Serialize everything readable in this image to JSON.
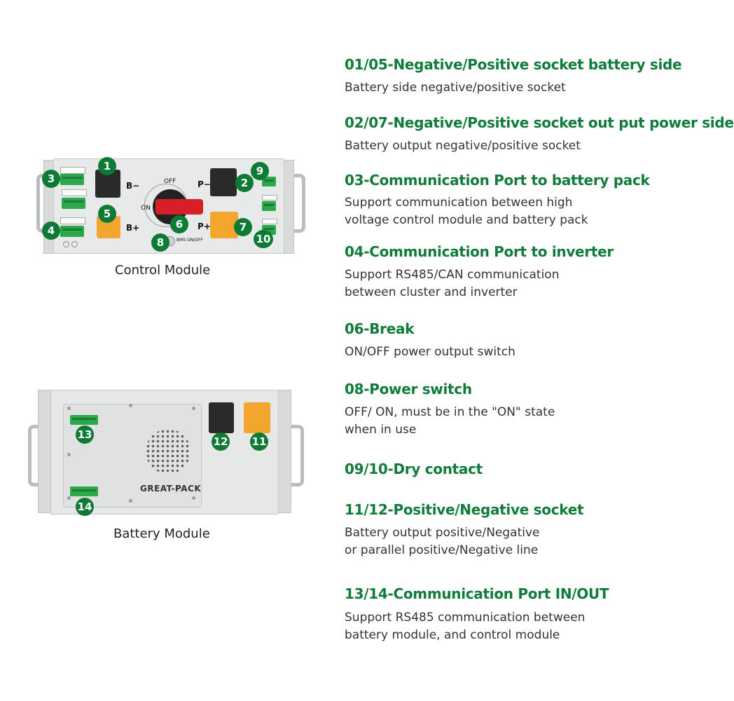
{
  "captions": {
    "control_module": "Control Module",
    "battery_module": "Battery Module"
  },
  "brand": "GREAT-PACK",
  "control_labels": {
    "off": "OFF",
    "on": "ON",
    "b_minus": "B−",
    "b_plus": "B+",
    "p_minus": "P−",
    "p_plus": "P+",
    "bms": "BMS ON/OFF"
  },
  "badges": {
    "b1": "1",
    "b2": "2",
    "b3": "3",
    "b4": "4",
    "b5": "5",
    "b6": "6",
    "b7": "7",
    "b8": "8",
    "b9": "9",
    "b10": "10",
    "b11": "11",
    "b12": "12",
    "b13": "13",
    "b14": "14"
  },
  "items": [
    {
      "heading": "01/05-Negative/Positive socket battery side",
      "desc": [
        "Battery side negative/positive socket"
      ]
    },
    {
      "heading": "02/07-Negative/Positive socket out put power side",
      "desc": [
        "Battery output negative/positive socket"
      ]
    },
    {
      "heading": "03-Communication Port to battery pack",
      "desc": [
        "Support communication between high",
        "voltage control module and battery pack"
      ]
    },
    {
      "heading": "04-Communication Port to inverter",
      "desc": [
        "Support RS485/CAN communication",
        "between cluster and inverter"
      ]
    },
    {
      "heading": "06-Break",
      "desc": [
        "ON/OFF power output switch"
      ]
    },
    {
      "heading": "08-Power switch",
      "desc": [
        "OFF/ ON, must be in the \"ON\" state",
        "when in use"
      ]
    },
    {
      "heading": "09/10-Dry contact",
      "desc": []
    },
    {
      "heading": "11/12-Positive/Negative socket",
      "desc": [
        "Battery output positive/Negative",
        "or parallel positive/Negative line"
      ]
    },
    {
      "heading": "13/14-Communication Port IN/OUT",
      "desc": [
        "Support RS485 communication between",
        "battery module, and control module"
      ]
    }
  ],
  "colors": {
    "heading": "#107b3a",
    "badge": "#0d7a36",
    "terminal": "#2aa84b",
    "orange_socket": "#f2a62e",
    "break_handle": "#d61f26"
  },
  "icons": [
    "terminal-block-icon",
    "socket-icon",
    "rotary-switch-icon",
    "push-button-icon",
    "speaker-grille-icon"
  ]
}
